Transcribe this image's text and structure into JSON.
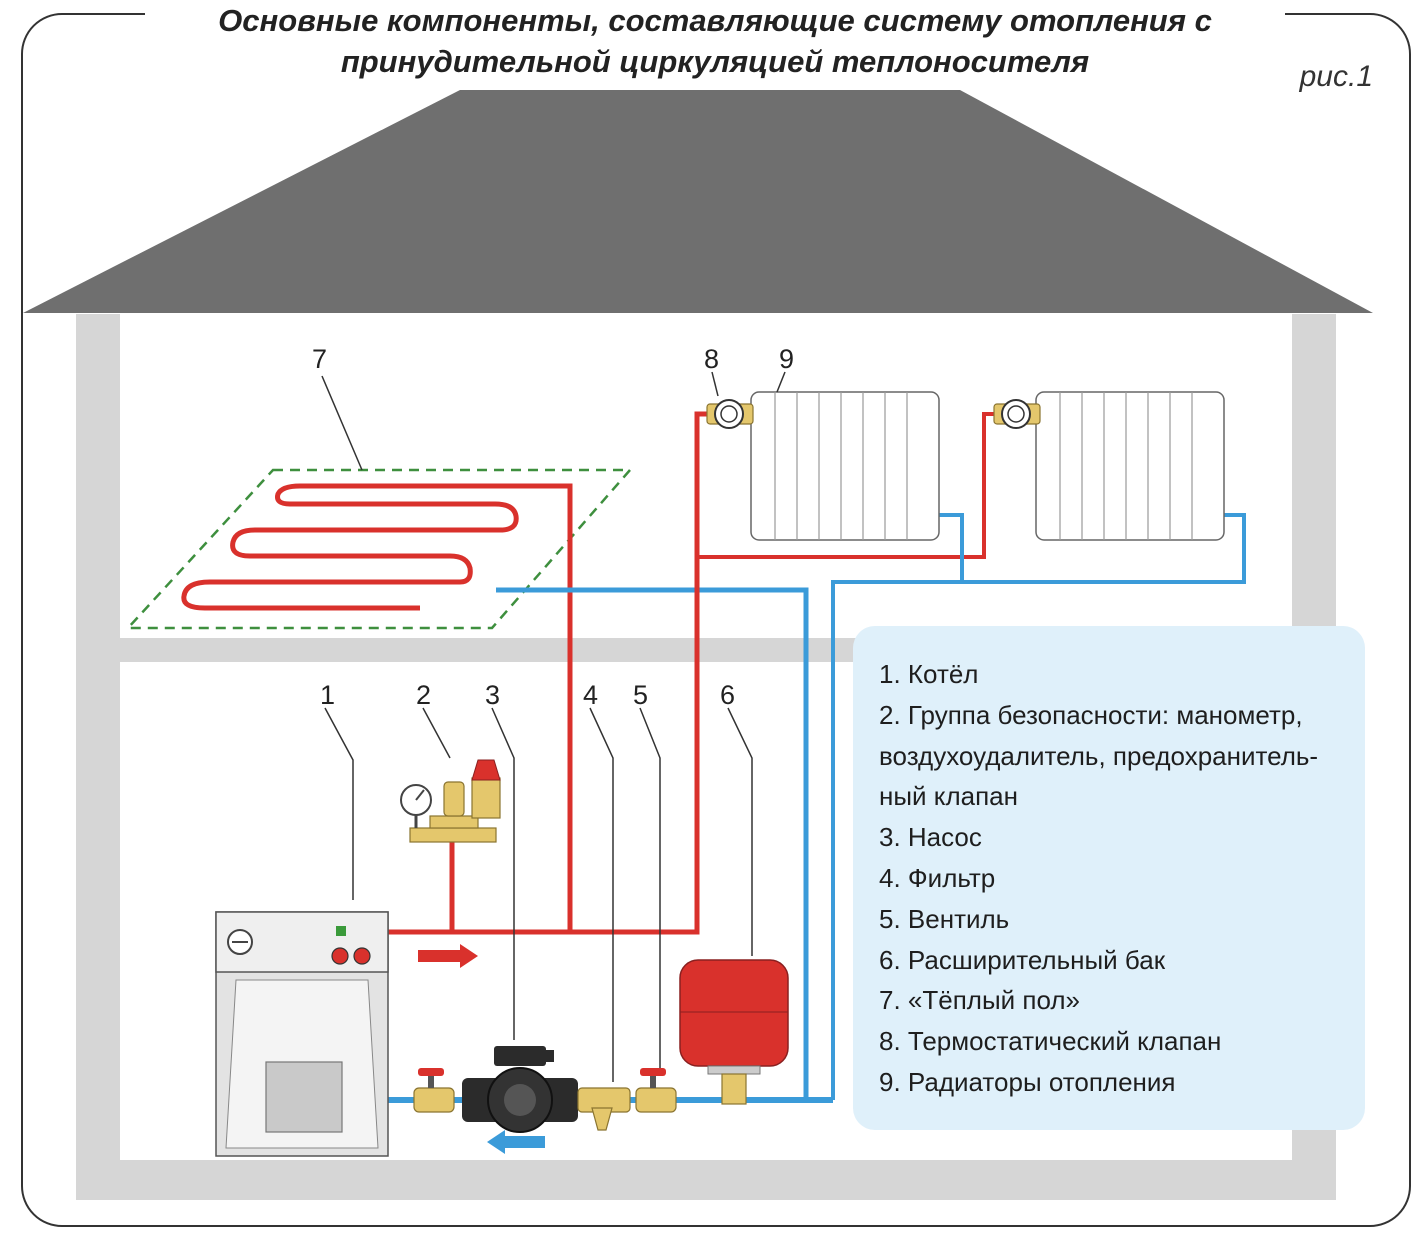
{
  "title": {
    "line1": "Основные компоненты,  составляющие систему отопления с",
    "line2": "принудительной циркуляцией теплоносителя"
  },
  "figure_label": "рис.1",
  "callouts": [
    "1",
    "2",
    "3",
    "4",
    "5",
    "6",
    "7",
    "8",
    "9"
  ],
  "legend": {
    "items": [
      "1. Котёл",
      "2. Группа безопасности: манометр,",
      "воздухоудалитель, предохранитель-",
      "ный  клапан",
      "3. Насос",
      "4. Фильтр",
      "5. Вентиль",
      "6. Расширительный бак",
      "7. «Тёплый пол»",
      "8. Термостатический клапан",
      "9. Радиаторы отопления"
    ]
  },
  "colors": {
    "roof": "#6f6f6f",
    "wall": "#d6d6d6",
    "supply_pipe": "#d9312c",
    "return_pipe": "#3b9bd9",
    "floor_outline": "#3e8f3e",
    "legend_bg": "#dff0fa",
    "brass": "#e4c76c"
  }
}
